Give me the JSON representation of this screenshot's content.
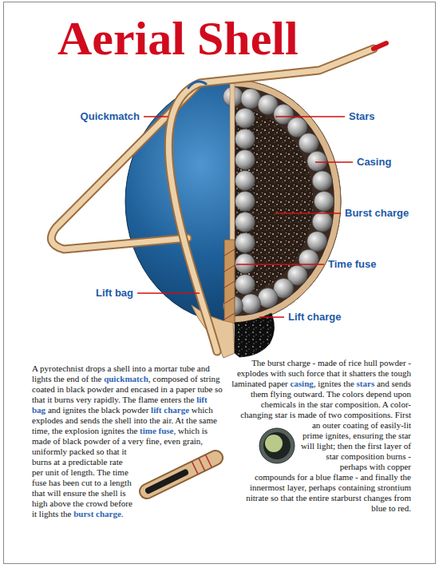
{
  "diagram": {
    "title": "Aerial Shell",
    "labels": [
      "Quickmatch",
      "Stars",
      "Casing",
      "Burst charge",
      "Time fuse",
      "Lift bag",
      "Lift charge",
      "A pyrotechnist drops a shell into a mortar tube and lights the end of the",
      "quickmatch",
      ", composed of string coated in black powder and encased in a paper tube so that it burns very rapidly. The flame enters the",
      "lift bag",
      "and ignites the black powder",
      "lift charge",
      "which explodes and sends the shell into the air. At the same time, the explosion ignites the",
      "time fuse",
      ", which is made of black powder of a very fine, even grain, uniformly packed so that it burns at a predictable rate per unit of length. The time fuse has been cut to a length that will ensure the shell is high above the crowd before it lights the",
      "burst charge",
      ".",
      "The burst charge - made of rice hull powder - explodes with such force that it shatters the tough laminated paper",
      "casing",
      ", ignites the",
      "stars",
      "and sends them flying outward. The colors depend upon chemicals in the star composition. A color-changing star is made of two compositions. First an outer coating of easily-lit prime ignites, ensuring the star will light; then the first layer of star composition burns - perhaps with copper compounds for a blue flame - and finally the innermost layer, perhaps containing strontium nitrate so that the entire starburst changes from blue to red."
    ]
  }
}
